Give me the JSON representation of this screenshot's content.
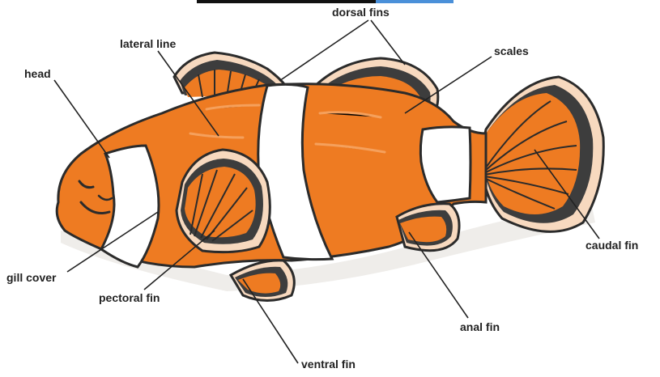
{
  "diagram": {
    "labels": {
      "dorsal_fins": "dorsal fins",
      "lateral_line": "lateral line",
      "scales": "scales",
      "head": "head",
      "caudal_fin": "caudal fin",
      "gill_cover": "gill cover",
      "pectoral_fin": "pectoral fin",
      "anal_fin": "anal fin",
      "ventral_fin": "ventral fin"
    },
    "colors": {
      "body_orange": "#ee7b22",
      "stripe_white": "#ffffff",
      "outline": "#2b2b2b",
      "fin_dark": "#3d3d3d",
      "fin_tip": "#f7d9bf",
      "shadow": "#d9d6d2",
      "leader_line": "#222222",
      "top_bar_dark": "#111111",
      "top_bar_blue": "#4a90d9"
    }
  }
}
